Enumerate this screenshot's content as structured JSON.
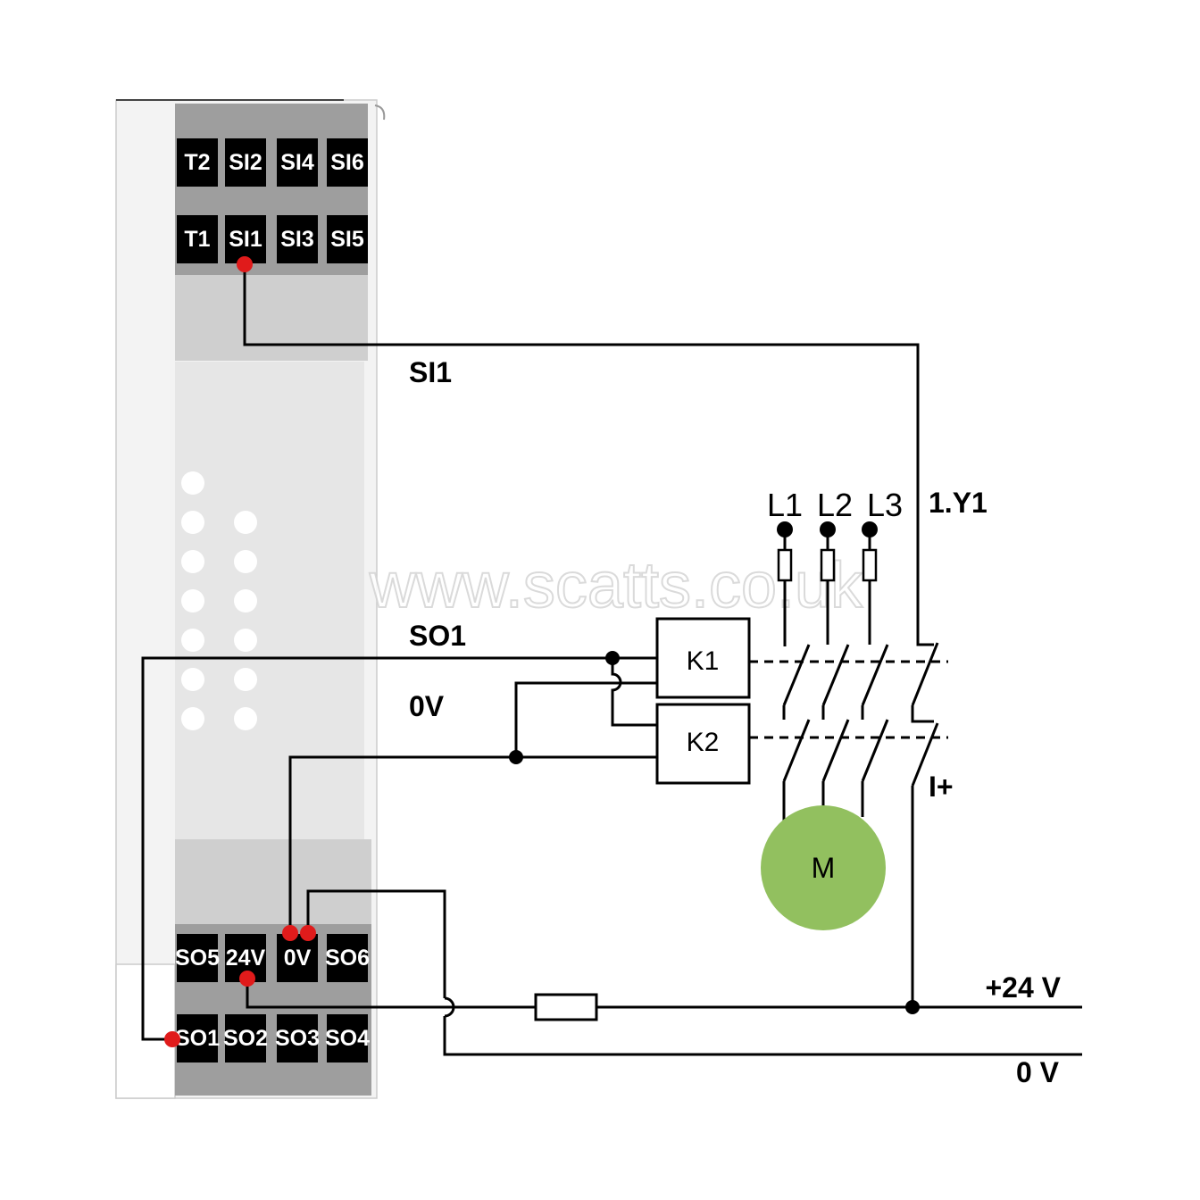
{
  "module": {
    "top_row_upper": [
      "T2",
      "SI2",
      "SI4",
      "SI6"
    ],
    "top_row_lower": [
      "T1",
      "SI1",
      "SI3",
      "SI5"
    ],
    "bottom_row_upper": [
      "SO5",
      "24V",
      "0V",
      "SO6"
    ],
    "bottom_row_lower": [
      "SO1",
      "SO2",
      "SO3",
      "SO4"
    ]
  },
  "labels": {
    "si1": "SI1",
    "so1": "SO1",
    "zero_v": "0V",
    "y1": "1.Y1",
    "i_plus": "I+",
    "plus_24v": "+24 V",
    "zero_v_rail": "0 V"
  },
  "phases": [
    "L1",
    "L2",
    "L3"
  ],
  "contactors": {
    "k1": "K1",
    "k2": "K2"
  },
  "motor": {
    "label": "M",
    "color": "#92c05f"
  },
  "watermark": "www.scatts.co.uk",
  "colors": {
    "terminal": "#000000",
    "module_dark": "#9e9e9e",
    "module_light": "#cfcfcf",
    "body": "#ececec",
    "dot": "#e01b1b"
  }
}
